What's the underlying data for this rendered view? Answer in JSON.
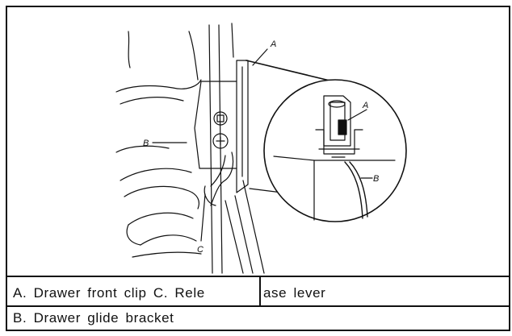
{
  "figure": {
    "callouts": {
      "a_top": "A",
      "a_zoom": "A",
      "b_left": "B",
      "b_zoom": "B",
      "c": "C"
    }
  },
  "legend": {
    "row1_left": "A. Drawer front clip C. Rele",
    "row1_right": "ase lever",
    "row2": "B. Drawer glide bracket"
  },
  "colors": {
    "line": "#111111",
    "shade": "#e6e6e6"
  }
}
